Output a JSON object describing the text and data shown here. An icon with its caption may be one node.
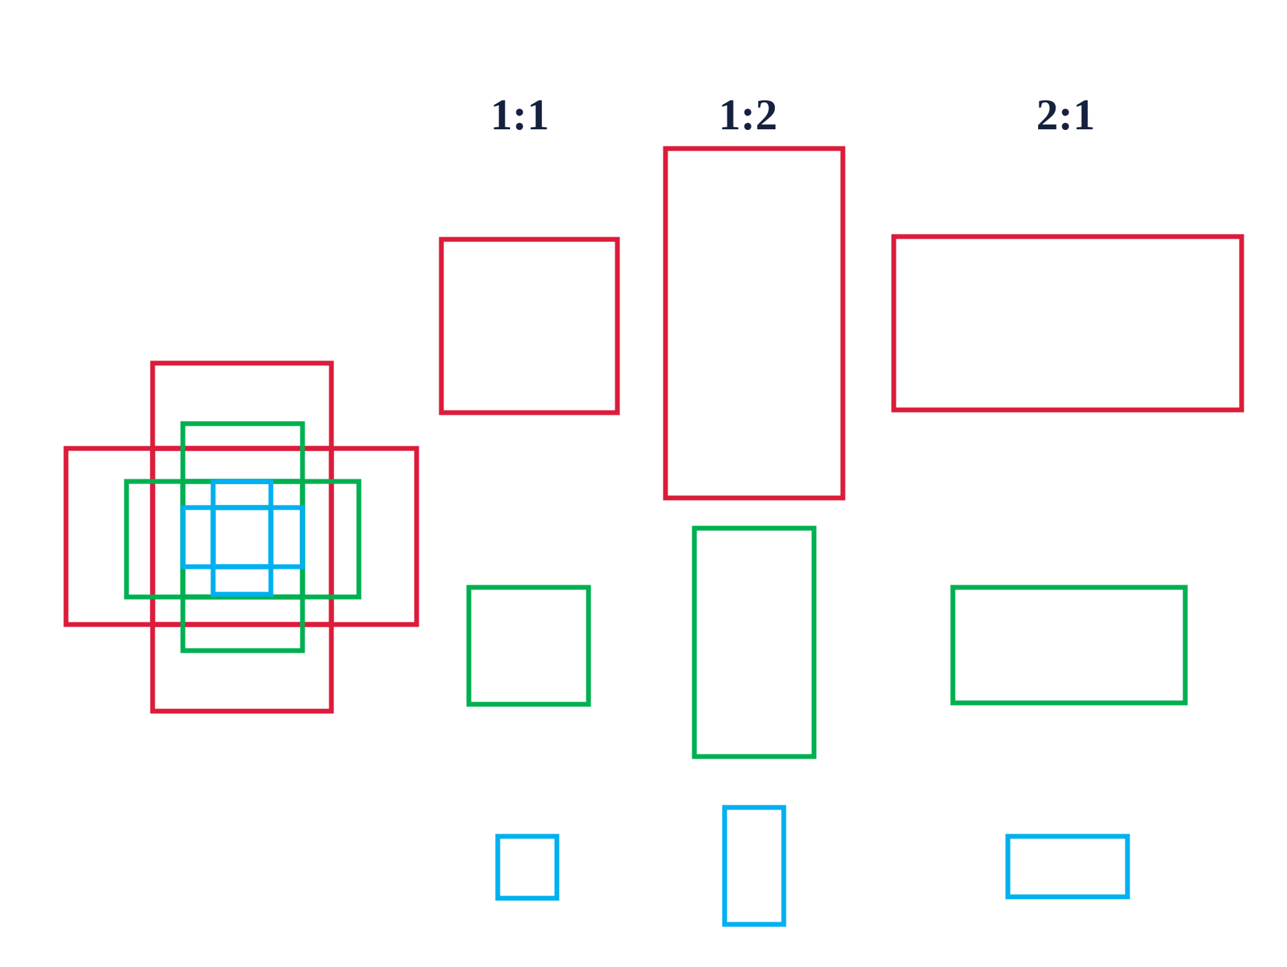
{
  "diagram": {
    "labels": [
      "1:1",
      "1:2",
      "2:1"
    ]
  }
}
